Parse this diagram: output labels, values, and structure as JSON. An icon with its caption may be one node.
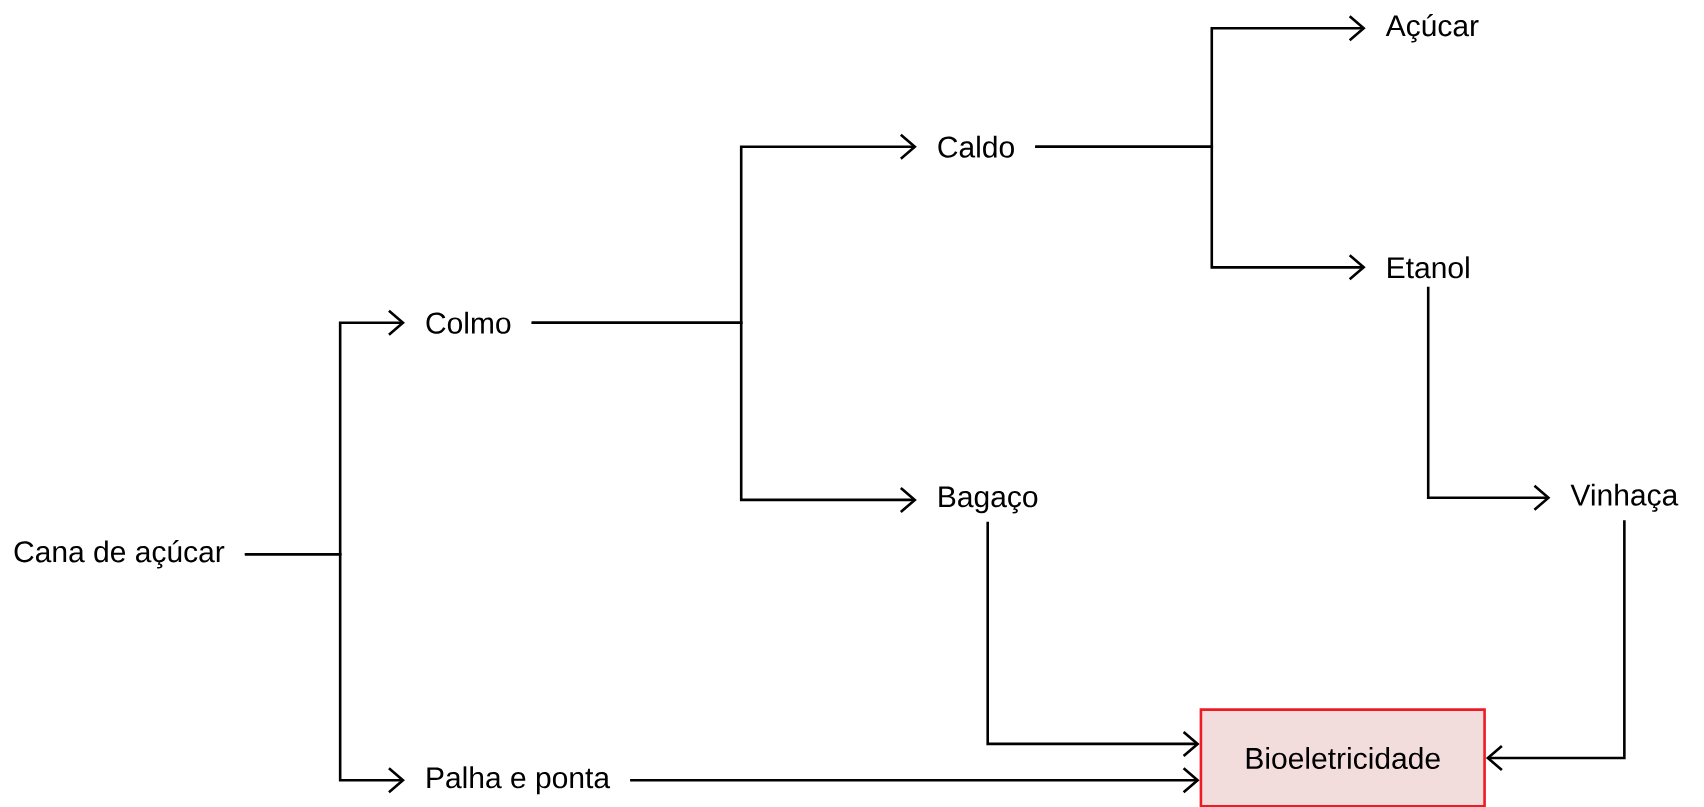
{
  "diagram": {
    "nodes": [
      {
        "text": [
          "Cana de açúcar"
        ]
      },
      {
        "text": [
          "Colmo"
        ]
      },
      {
        "text": [
          "Palha e ponta"
        ]
      },
      {
        "text": [
          "Caldo"
        ]
      },
      {
        "text": [
          "Bagaço"
        ]
      },
      {
        "text": [
          "Açúcar"
        ]
      },
      {
        "text": [
          "Etanol"
        ]
      },
      {
        "text": [
          "Vinhaça"
        ]
      },
      {
        "text": [
          "Bioeletricidade"
        ]
      }
    ],
    "edges": [
      {
        "from": 0,
        "to": 1,
        "arrow": "to"
      },
      {
        "from": 0,
        "to": 2,
        "arrow": "to"
      },
      {
        "from": 1,
        "to": 3,
        "arrow": "to"
      },
      {
        "from": 1,
        "to": 4,
        "arrow": "to"
      },
      {
        "from": 3,
        "to": 5,
        "arrow": "to"
      },
      {
        "from": 3,
        "to": 6,
        "arrow": "to"
      },
      {
        "from": 6,
        "to": 7,
        "arrow": "to"
      },
      {
        "from": 4,
        "to": 8,
        "arrow": "to"
      },
      {
        "from": 2,
        "to": 8,
        "arrow": "to"
      },
      {
        "from": 7,
        "to": 8,
        "arrow": "to"
      }
    ]
  }
}
